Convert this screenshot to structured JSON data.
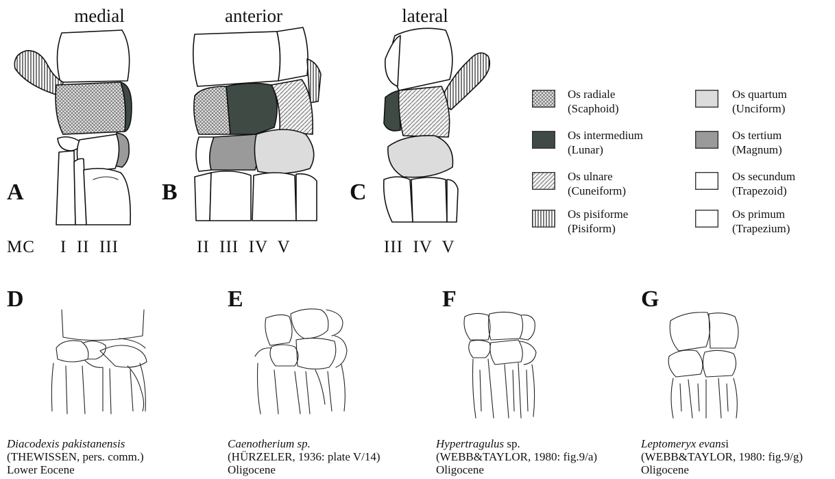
{
  "views": {
    "medial": "medial",
    "anterior": "anterior",
    "lateral": "lateral"
  },
  "panels": {
    "a": "A",
    "b": "B",
    "c": "C",
    "d": "D",
    "e": "E",
    "f": "F",
    "g": "G"
  },
  "metacarpals": {
    "label": "MC",
    "medial": "I  II  III",
    "anterior": "II  III  IV  V",
    "lateral": "III  IV  V"
  },
  "legend": [
    {
      "name": "Os radiale",
      "alt": "(Scaphoid)",
      "pattern": "crosshatch"
    },
    {
      "name": "Os intermedium",
      "alt": "(Lunar)",
      "pattern": "dark-gray"
    },
    {
      "name": "Os ulnare",
      "alt": "(Cuneiform)",
      "pattern": "diagonal-hatch"
    },
    {
      "name": "Os pisiforme",
      "alt": "(Pisiform)",
      "pattern": "vertical-stripes"
    },
    {
      "name": "Os quartum",
      "alt": "(Unciform)",
      "pattern": "light-gray"
    },
    {
      "name": "Os tertium",
      "alt": "(Magnum)",
      "pattern": "medium-gray"
    },
    {
      "name": "Os secundum",
      "alt": "(Trapezoid)",
      "pattern": "white"
    },
    {
      "name": "Os primum",
      "alt": "(Trapezium)",
      "pattern": "white"
    }
  ],
  "captions": {
    "d": {
      "species": "Diacodexis pakistanensis",
      "source": "(THEWISSEN, pers. comm.)",
      "age": "Lower Eocene"
    },
    "e": {
      "species": "Caenotherium sp.",
      "source": "(HÜRZELER, 1936: plate V/14)",
      "age": "Oligocene"
    },
    "f": {
      "species": "Hypertragulus",
      "species_suffix": " sp.",
      "source": "(WEBB&TAYLOR, 1980: fig.9/a)",
      "age": "Oligocene"
    },
    "g": {
      "species": "Leptomeryx evans",
      "species_suffix": "i",
      "source": "(WEBB&TAYLOR, 1980: fig.9/g)",
      "age": "Oligocene"
    }
  },
  "colors": {
    "intermedium": "#3f4a45",
    "quartum": "#dcdcdc",
    "tertium": "#9a9a9a",
    "line": "#111111"
  }
}
